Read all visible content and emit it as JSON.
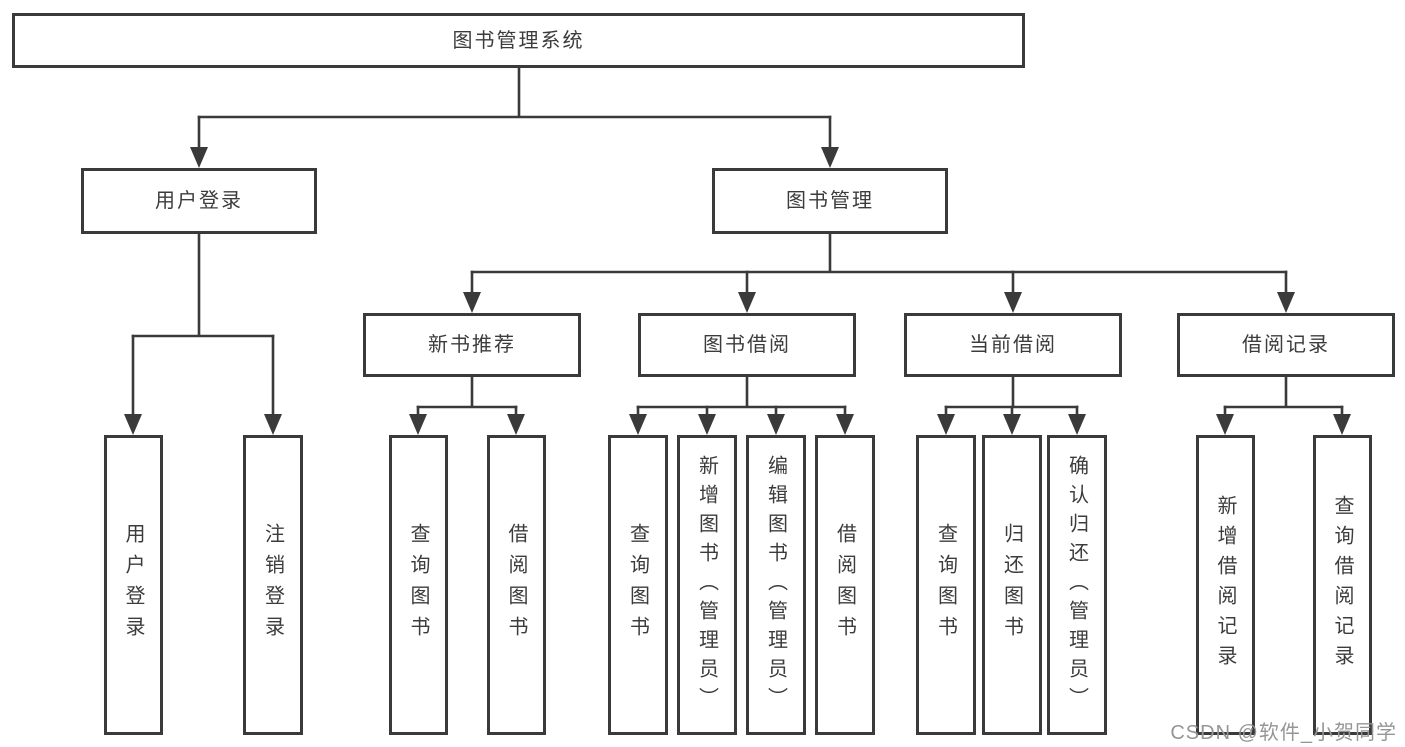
{
  "diagram": {
    "root": {
      "label": "图书管理系统"
    },
    "level2": {
      "user_login": {
        "label": "用户登录"
      },
      "book_management": {
        "label": "图书管理"
      }
    },
    "level3": {
      "new_book_recommend": {
        "label": "新书推荐"
      },
      "book_borrow": {
        "label": "图书借阅"
      },
      "current_borrow": {
        "label": "当前借阅"
      },
      "borrow_records": {
        "label": "借阅记录"
      }
    },
    "leaves": {
      "user_login": {
        "label": "用户登录"
      },
      "logout": {
        "label": "注销登录"
      },
      "newbook_query_books": {
        "label": "查询图书"
      },
      "newbook_borrow_books": {
        "label": "借阅图书"
      },
      "borrow_query_books": {
        "label": "查询图书"
      },
      "borrow_add_books_admin": {
        "label": "新增图书（管理员）"
      },
      "borrow_edit_books_admin": {
        "label": "编辑图书（管理员）"
      },
      "borrow_borrow_books": {
        "label": "借阅图书"
      },
      "current_query_books": {
        "label": "查询图书"
      },
      "current_return_books": {
        "label": "归还图书"
      },
      "current_confirm_return_admin": {
        "label": "确认归还（管理员）"
      },
      "records_add_record": {
        "label": "新增借阅记录"
      },
      "records_query_record": {
        "label": "查询借阅记录"
      }
    }
  },
  "watermark": {
    "text": "CSDN @软件_小贺同学"
  },
  "colors": {
    "line": "#3a3a3a",
    "text": "#3c3c3c",
    "watermark": "#969696",
    "background": "#ffffff"
  }
}
